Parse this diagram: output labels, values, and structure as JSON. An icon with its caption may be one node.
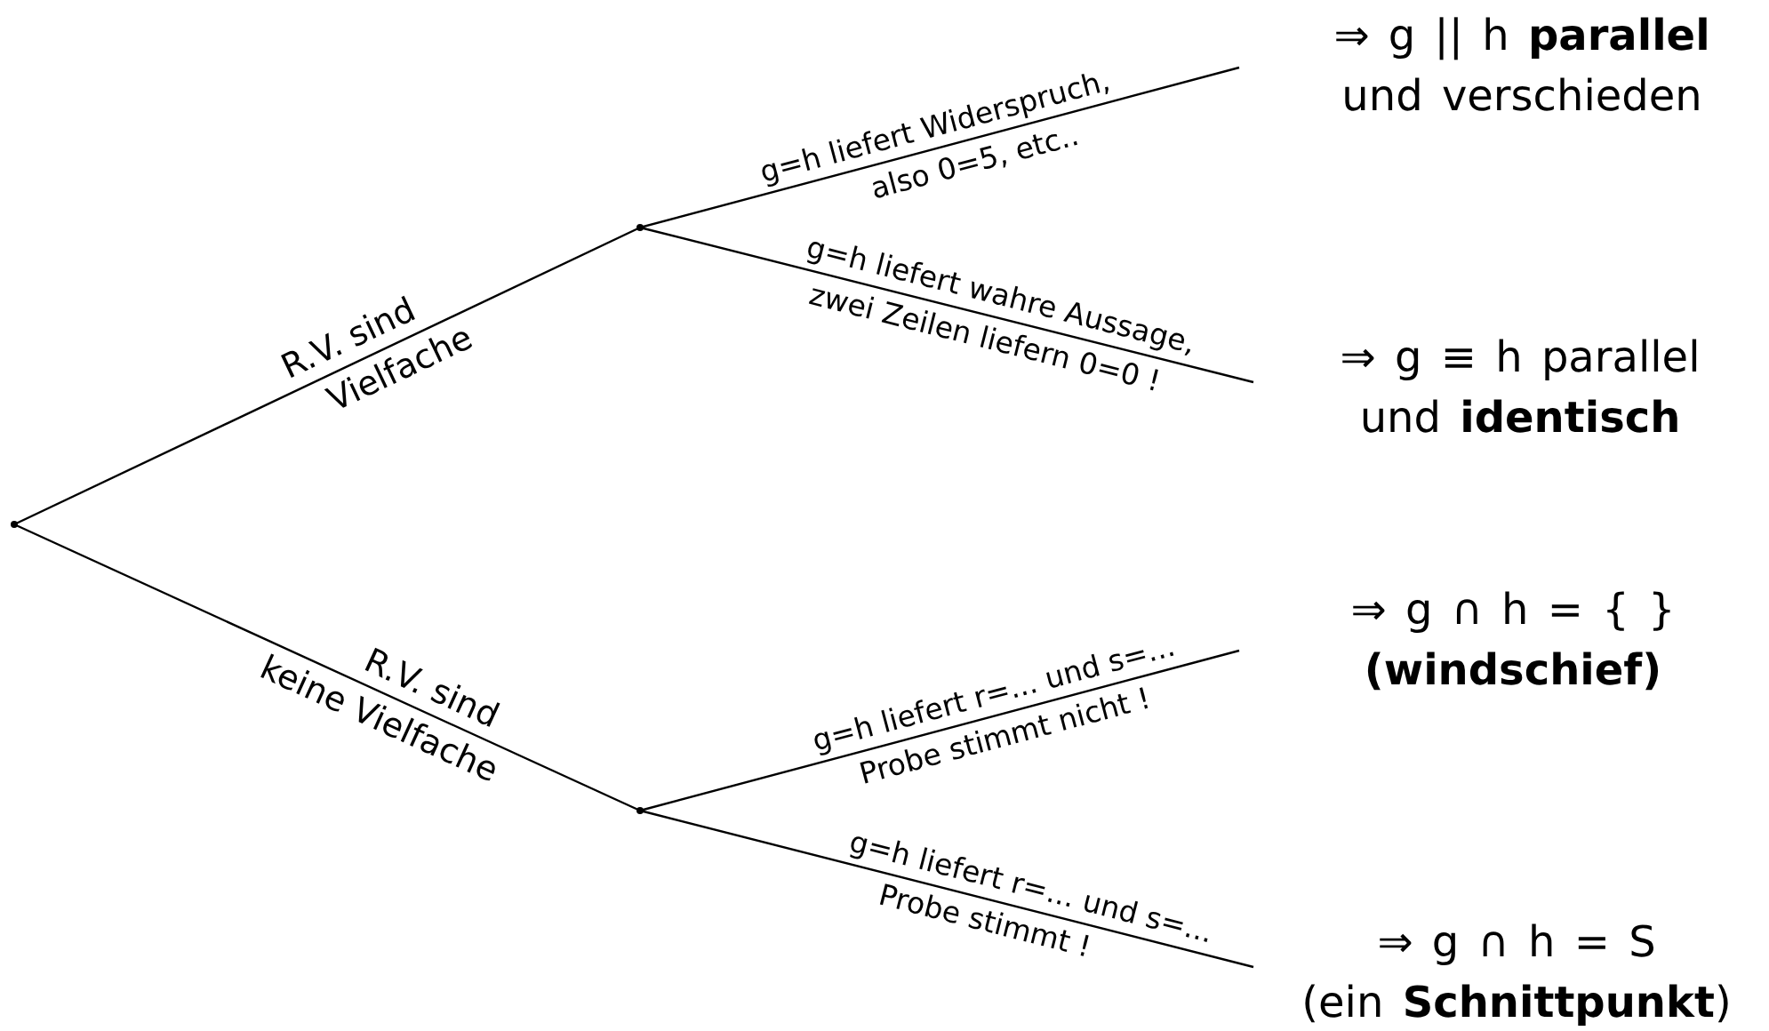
{
  "diagram": {
    "nodes": [
      {
        "text": [],
        "shape": "point"
      },
      {
        "text": [],
        "shape": "point"
      },
      {
        "text": [],
        "shape": "point"
      },
      {
        "text": [
          "⇒ g || h **parallel**",
          "und verschieden"
        ]
      },
      {
        "text": [
          "⇒ g ≡ h parallel",
          "und **identisch**"
        ]
      },
      {
        "text": [
          "⇒ g ∩ h = { }",
          "(windschief)"
        ]
      },
      {
        "text": [
          "⇒ g ∩ h = S",
          "(ein **Schnittpunkt**)"
        ]
      }
    ],
    "edges": [
      {
        "from": 0,
        "to": 1,
        "arrow": "none",
        "label": "R.V. sind"
      },
      {
        "from": 0,
        "to": 2,
        "arrow": "none",
        "label": "R.V. sind"
      },
      {
        "from": 1,
        "to": 3,
        "arrow": "none",
        "label": "g=h liefert Widerspruch,"
      },
      {
        "from": 1,
        "to": 4,
        "arrow": "none",
        "label": "g=h liefert wahre Aussage,"
      },
      {
        "from": 2,
        "to": 5,
        "arrow": "none",
        "label": "g=h liefert r=... und s=..."
      },
      {
        "from": 2,
        "to": 6,
        "arrow": "none",
        "label": "g=h liefert r=... und s=..."
      }
    ],
    "labels": [
      "Vielfache",
      "keine Vielfache",
      "also 0=5, etc..",
      "zwei Zeilen liefern 0=0 !",
      "Probe stimmt nicht !",
      "Probe stimmt !"
    ]
  }
}
